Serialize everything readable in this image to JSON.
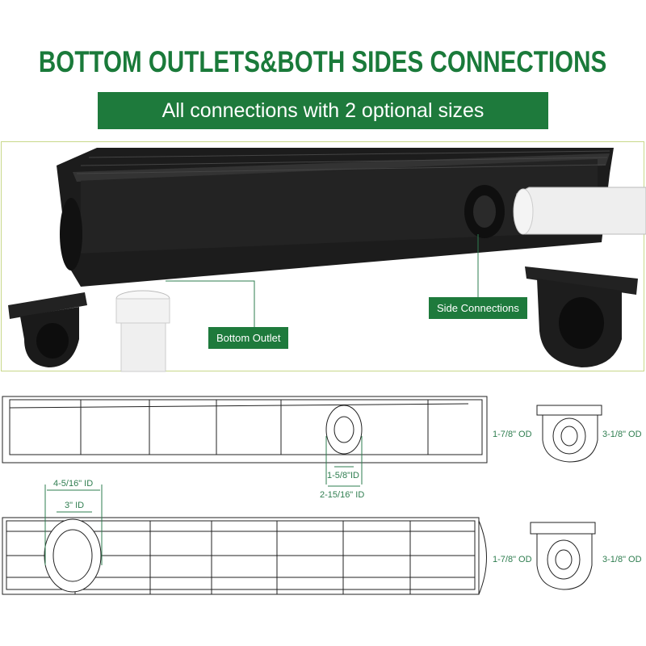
{
  "heading": "BOTTOM OUTLETS&BOTH SIDES CONNECTIONS",
  "subheading": "All connections with 2 optional sizes",
  "photo_labels": {
    "bottom_outlet": "Bottom Outlet",
    "side_connections": "Side Connections"
  },
  "dimensions": {
    "side_small_id": "1-5/8\"ID",
    "side_large_id": "2-15/16\" ID",
    "bottom_outer": "4-5/16\" ID",
    "bottom_inner": "3\" ID",
    "endcap_top_small": "1-7/8\" OD",
    "endcap_top_large": "3-1/8\" OD",
    "endcap_bottom_small": "1-7/8\" OD",
    "endcap_bottom_large": "3-1/8\" OD"
  },
  "colors": {
    "brand_green": "#1e7a3c",
    "heading_green": "#1a7a3a"
  }
}
